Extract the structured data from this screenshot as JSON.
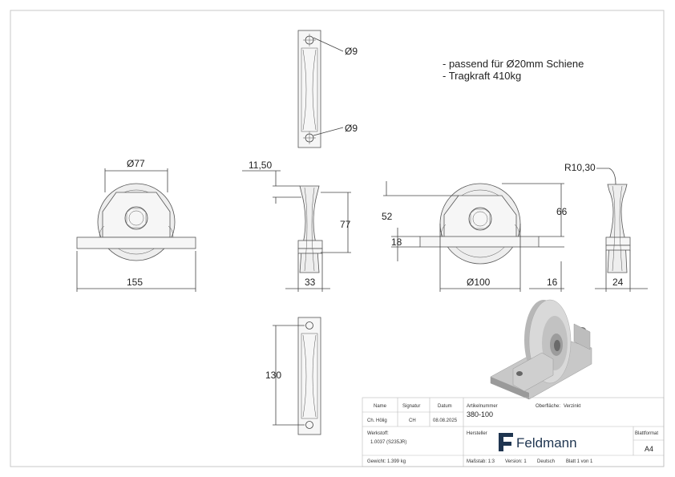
{
  "notes": {
    "line1": "- passend für Ø20mm Schiene",
    "line2": "- Tragkraft 410kg"
  },
  "dimensions": {
    "hole_top": "Ø9",
    "hole_bottom": "Ø9",
    "wheel_dia": "Ø77",
    "width_155": "155",
    "offset_1150": "11,50",
    "height_77": "77",
    "thick_33": "33",
    "height_52": "52",
    "height_18": "18",
    "height_66": "66",
    "dia_100": "Ø100",
    "off_16": "16",
    "radius": "R10,30",
    "width_24": "24",
    "length_130": "130"
  },
  "title_block": {
    "name_label": "Name",
    "signature_label": "Signatur",
    "date_label": "Datum",
    "name_value": "Ch. Hölig",
    "signature_value": "CH",
    "date_value": "08.08.2025",
    "article_label": "Artikelnummer",
    "article_value": "380-100",
    "surface_label": "Oberfläche:",
    "surface_value": "Verzinkt",
    "material_label": "Werkstoff:",
    "material_value": "1.0037 (S235JR)",
    "manufacturer_label": "Hersteller",
    "company": "Feldmann",
    "sheet_format_label": "Blattformat",
    "sheet_format_value": "A4",
    "weight": "Gewicht: 1.399 kg",
    "scale": "Maßstab: 1:3",
    "version": "Version: 1",
    "language": "Deutsch",
    "sheet": "Blatt 1 von 1"
  },
  "colors": {
    "line": "#444444",
    "part_fill": "#eeeeee",
    "logo": "#1f3550"
  },
  "icons": {
    "logo": "feldmann-f-logo",
    "render": "roller-3d-render"
  }
}
